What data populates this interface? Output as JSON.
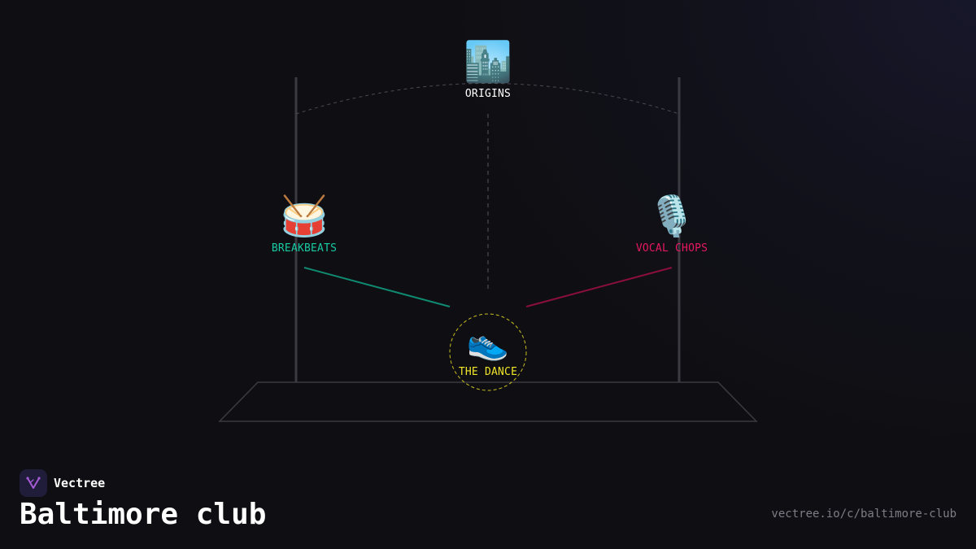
{
  "brand": {
    "name": "Vectree"
  },
  "page": {
    "title": "Baltimore club",
    "url": "vectree.io/c/baltimore-club"
  },
  "nodes": {
    "origins": {
      "emoji": "🏙️",
      "label": "ORIGINS",
      "color": "#ffffff"
    },
    "breakbeats": {
      "emoji": "🥁",
      "label": "BREAKBEATS",
      "color": "#19c9a3"
    },
    "vocal_chops": {
      "emoji": "🎙️",
      "label": "VOCAL CHOPS",
      "color": "#e6195e"
    },
    "the_dance": {
      "emoji": "👟",
      "label": "THE DANCE",
      "color": "#f0e52a"
    }
  },
  "colors": {
    "background": "#0f0f13",
    "accent_logo": "#a65bd6",
    "stage_line": "#3a3a40"
  }
}
